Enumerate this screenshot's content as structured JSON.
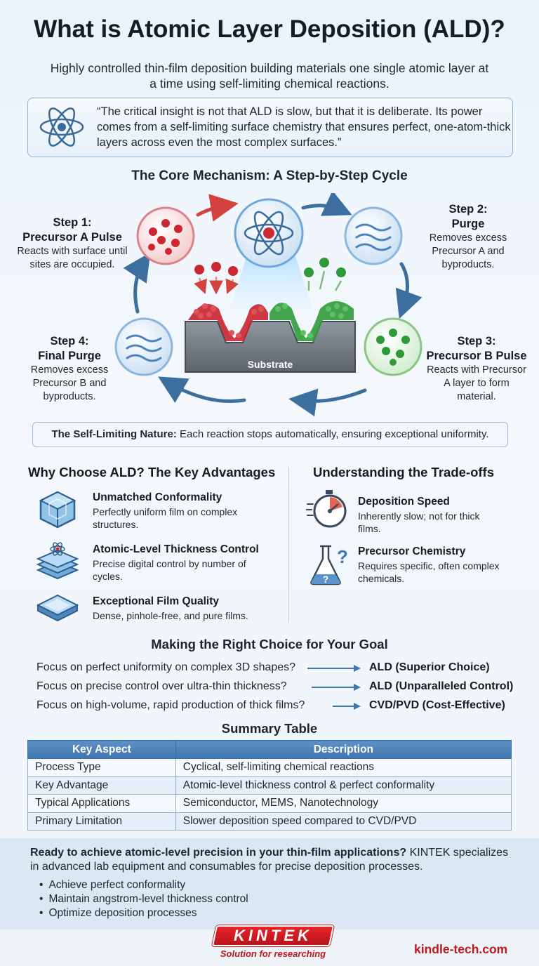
{
  "header": {
    "title": "What is Atomic Layer Deposition (ALD)?",
    "subtitle": "Highly controlled thin-film deposition building materials one single atomic layer at a time using self-limiting chemical reactions."
  },
  "quote": {
    "text": "“The critical insight is not that ALD is slow, but that it is deliberate. Its power comes from a self-limiting surface chemistry that ensures perfect, one-atom-thick layers across even the most complex surfaces.”",
    "icon": "atom-icon"
  },
  "mechanism": {
    "title": "The Core Mechanism: A Step-by-Step Cycle",
    "substrate_label": "Substrate",
    "steps": [
      {
        "title_line1": "Step 1:",
        "title_line2": "Precursor A Pulse",
        "desc": "Reacts with surface until sites are occupied."
      },
      {
        "title_line1": "Step 2:",
        "title_line2": "Purge",
        "desc": "Removes excess Precursor A and byproducts."
      },
      {
        "title_line1": "Step 3:",
        "title_line2": "Precursor B Pulse",
        "desc": "Reacts with Precursor A layer to form material."
      },
      {
        "title_line1": "Step 4:",
        "title_line2": "Final Purge",
        "desc": "Removes excess Precursor B and byproducts."
      }
    ],
    "self_limiting": {
      "label": "The Self-Limiting Nature:",
      "text": "Each reaction stops automatically, ensuring exceptional uniformity."
    },
    "colors": {
      "precursor_a": "#c8242e",
      "precursor_b": "#2f9a3a",
      "arrow": "#3d6f9e"
    }
  },
  "advantages": {
    "title": "Why Choose ALD? The Key Advantages",
    "items": [
      {
        "title": "Unmatched Conformality",
        "desc": "Perfectly uniform film on complex structures.",
        "icon": "cube-icon"
      },
      {
        "title": "Atomic-Level Thickness Control",
        "desc": "Precise digital control by number of cycles.",
        "icon": "layers-icon"
      },
      {
        "title": "Exceptional Film Quality",
        "desc": "Dense, pinhole-free, and pure films.",
        "icon": "film-icon"
      }
    ]
  },
  "tradeoffs": {
    "title": "Understanding the Trade-offs",
    "items": [
      {
        "title": "Deposition Speed",
        "desc": "Inherently slow; not for thick films.",
        "icon": "stopwatch-icon"
      },
      {
        "title": "Precursor Chemistry",
        "desc": "Requires specific, often complex chemicals.",
        "icon": "flask-icon"
      }
    ]
  },
  "choice": {
    "title": "Making the Right Choice for Your Goal",
    "rows": [
      {
        "question": "Focus on perfect uniformity on complex 3D shapes?",
        "answer": "ALD (Superior Choice)"
      },
      {
        "question": "Focus on precise control over ultra-thin thickness?",
        "answer": "ALD (Unparalleled Control)"
      },
      {
        "question": "Focus on high-volume, rapid production of thick films?",
        "answer": "CVD/PVD (Cost-Effective)"
      }
    ]
  },
  "summary": {
    "title": "Summary Table",
    "headers": [
      "Key Aspect",
      "Description"
    ],
    "rows": [
      [
        "Process Type",
        "Cyclical, self-limiting chemical reactions"
      ],
      [
        "Key Advantage",
        "Atomic-level thickness control & perfect conformality"
      ],
      [
        "Typical Applications",
        "Semiconductor, MEMS, Nanotechnology"
      ],
      [
        "Primary Limitation",
        "Slower deposition speed compared to CVD/PVD"
      ]
    ]
  },
  "cta": {
    "bold": "Ready to achieve atomic-level precision in your thin-film applications?",
    "text": " KINTEK specializes in advanced lab equipment and consumables for precise deposition processes.",
    "bullets": [
      "Achieve perfect conformality",
      "Maintain angstrom-level thickness control",
      "Optimize deposition processes"
    ]
  },
  "footer": {
    "logo": "KINTEK",
    "tagline": "Solution for researching",
    "website": "kindle-tech.com",
    "brand_color": "#c0161c"
  }
}
